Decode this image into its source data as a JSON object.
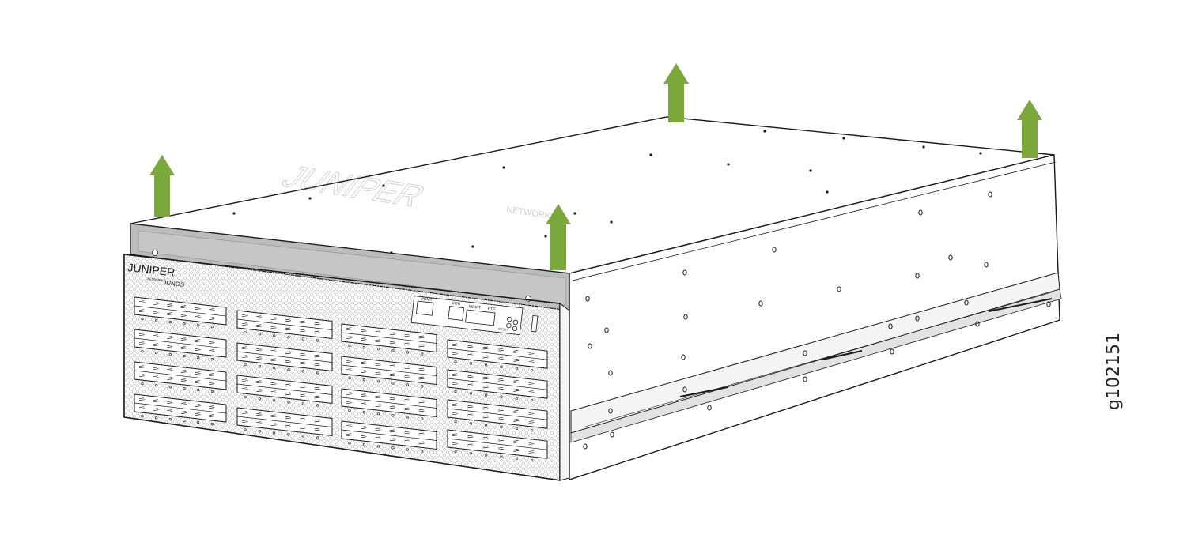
{
  "figure": {
    "id": "g102151"
  },
  "device": {
    "brand_logo": "JUNIPER",
    "brand_sub": "NETWORKS",
    "os_badge": "JUNOS",
    "lid_watermark": "JUNIPER",
    "lid_watermark_sub": "NETWORKS",
    "port_labels": {
      "mgmt": "MGMT",
      "con": "CON",
      "mgmt_ptp": "MGMT",
      "ptp": "PTP",
      "reset": "RESET"
    }
  },
  "arrows": {
    "count": 4,
    "meaning": "lift-up",
    "color": "#7ba83a"
  },
  "colors": {
    "line": "#1a1a1a",
    "chassis_fill": "#ffffff",
    "bezel_strip": "#b8b8b8",
    "arrow_green": "#7ba83a",
    "mesh": "#d0d0d0"
  }
}
